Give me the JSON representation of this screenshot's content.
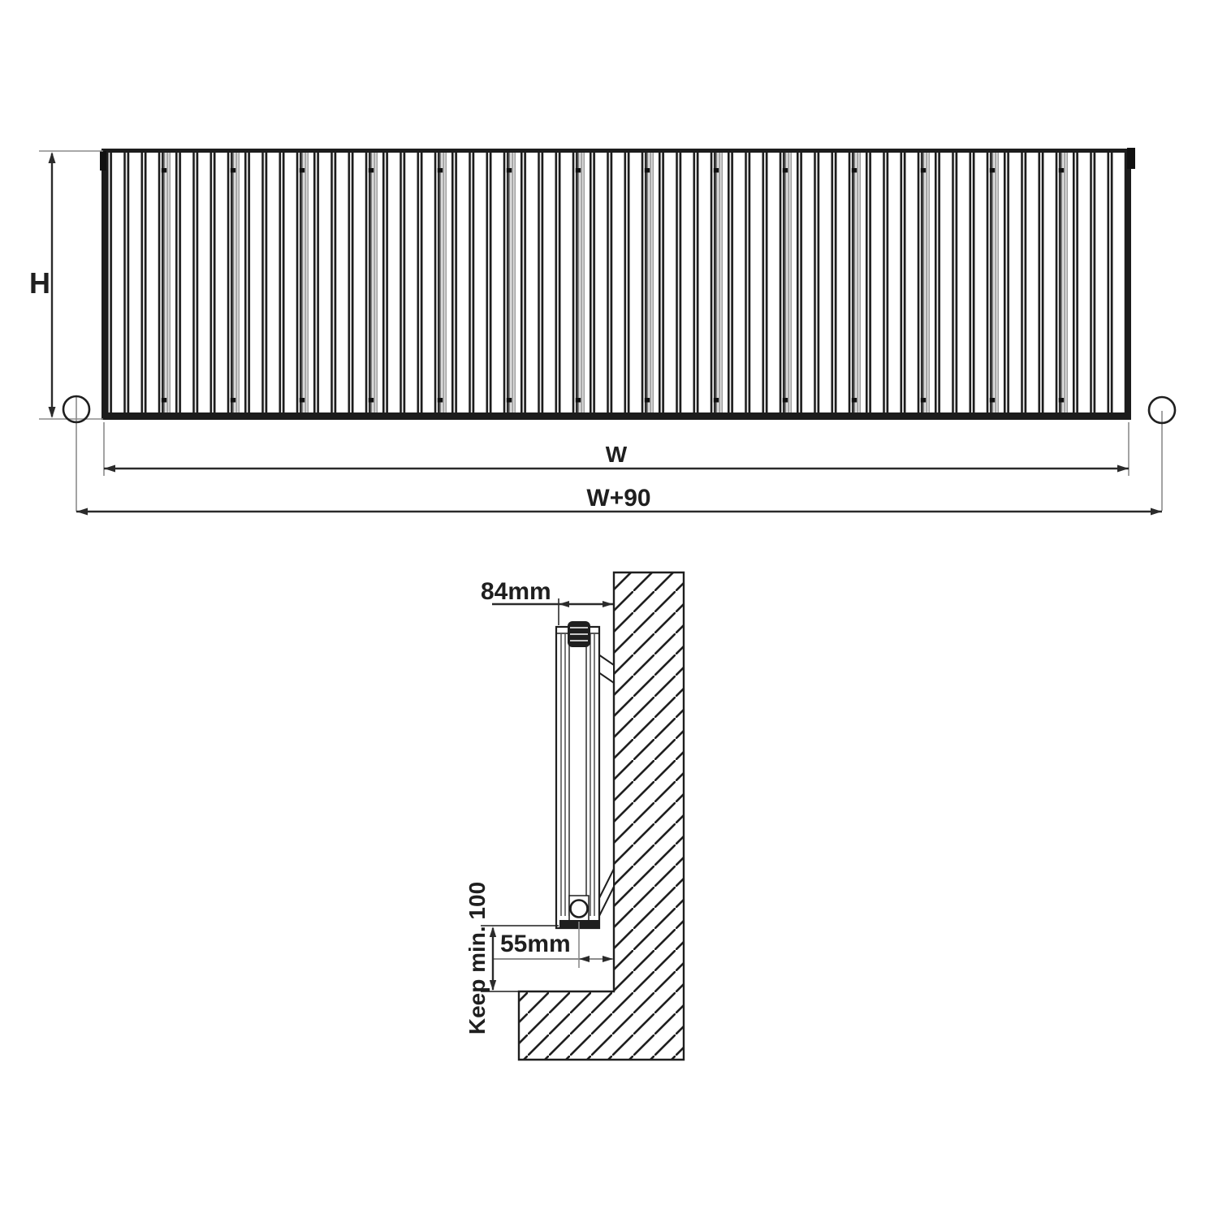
{
  "drawing": {
    "front_view": {
      "h_label": "H",
      "w_label": "W",
      "w_total_label": "W+90"
    },
    "side_view": {
      "depth_label": "84mm",
      "pipe_wall_label": "55mm",
      "floor_clearance_label": "Keep min. 100"
    }
  },
  "colors": {
    "ink": "#1f1f1f",
    "dim_line": "#2b2b2b",
    "ext_line": "#8c8c8c",
    "slat_dark": "#1c1c1c",
    "joint_gray": "#9a9a9a",
    "background": "#ffffff"
  }
}
